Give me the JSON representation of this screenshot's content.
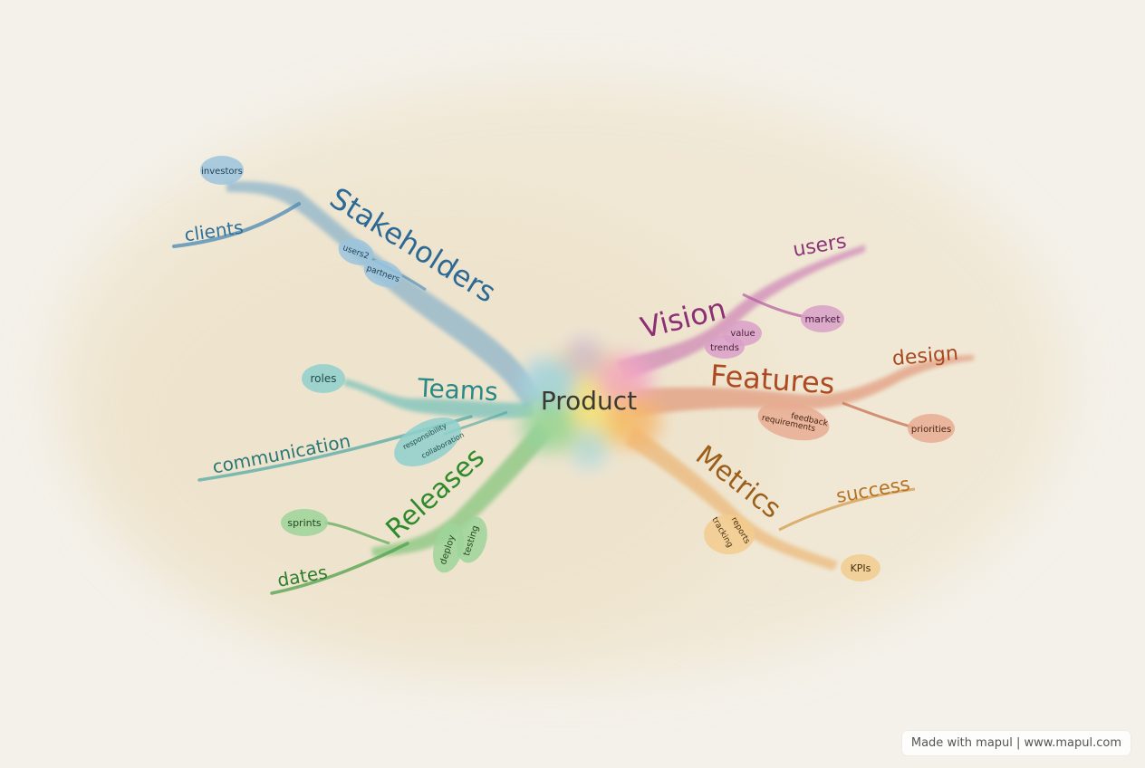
{
  "center": {
    "label": "Product"
  },
  "branches": [
    {
      "id": "stakeholders",
      "label": "Stakeholders",
      "color": "#3f7fa8",
      "children": [
        {
          "label": "investors"
        },
        {
          "label": "clients"
        },
        {
          "label": "users2"
        },
        {
          "label": "partners"
        }
      ]
    },
    {
      "id": "teams",
      "label": "Teams",
      "color": "#2e9c9a",
      "children": [
        {
          "label": "roles"
        },
        {
          "label": "communication"
        },
        {
          "label": "responsibility"
        },
        {
          "label": "collaboration"
        }
      ]
    },
    {
      "id": "releases",
      "label": "Releases",
      "color": "#3f9a45",
      "children": [
        {
          "label": "sprints"
        },
        {
          "label": "dates"
        },
        {
          "label": "deploy"
        },
        {
          "label": "testing"
        }
      ]
    },
    {
      "id": "vision",
      "label": "Vision",
      "color": "#a13d86",
      "children": [
        {
          "label": "users"
        },
        {
          "label": "market"
        },
        {
          "label": "value"
        },
        {
          "label": "trends"
        }
      ]
    },
    {
      "id": "features",
      "label": "Features",
      "color": "#b4522e",
      "children": [
        {
          "label": "design"
        },
        {
          "label": "priorities"
        },
        {
          "label": "feedback"
        },
        {
          "label": "requirements"
        }
      ]
    },
    {
      "id": "metrics",
      "label": "Metrics",
      "color": "#a76a1e",
      "children": [
        {
          "label": "success"
        },
        {
          "label": "KPIs"
        },
        {
          "label": "tracking"
        },
        {
          "label": "reports"
        }
      ]
    }
  ],
  "footer": {
    "credit": "Made with mapul | www.mapul.com"
  }
}
